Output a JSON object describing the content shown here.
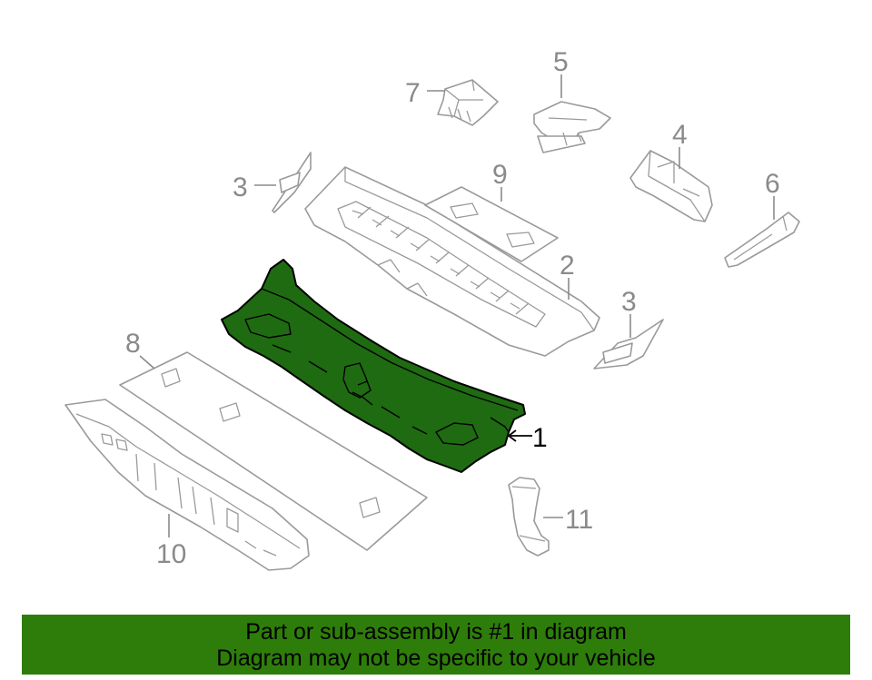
{
  "diagram": {
    "highlight_color": "#1f6b12",
    "callouts": {
      "part_1": "1",
      "part_2": "2",
      "part_3_left": "3",
      "part_3_right": "3",
      "part_4": "4",
      "part_5": "5",
      "part_6": "6",
      "part_7": "7",
      "part_8": "8",
      "part_9": "9",
      "part_10": "10",
      "part_11": "11"
    }
  },
  "banner": {
    "background": "#2e7d0a",
    "line1": "Part or sub-assembly is #1 in diagram",
    "line2": "Diagram may not be specific to your vehicle"
  }
}
